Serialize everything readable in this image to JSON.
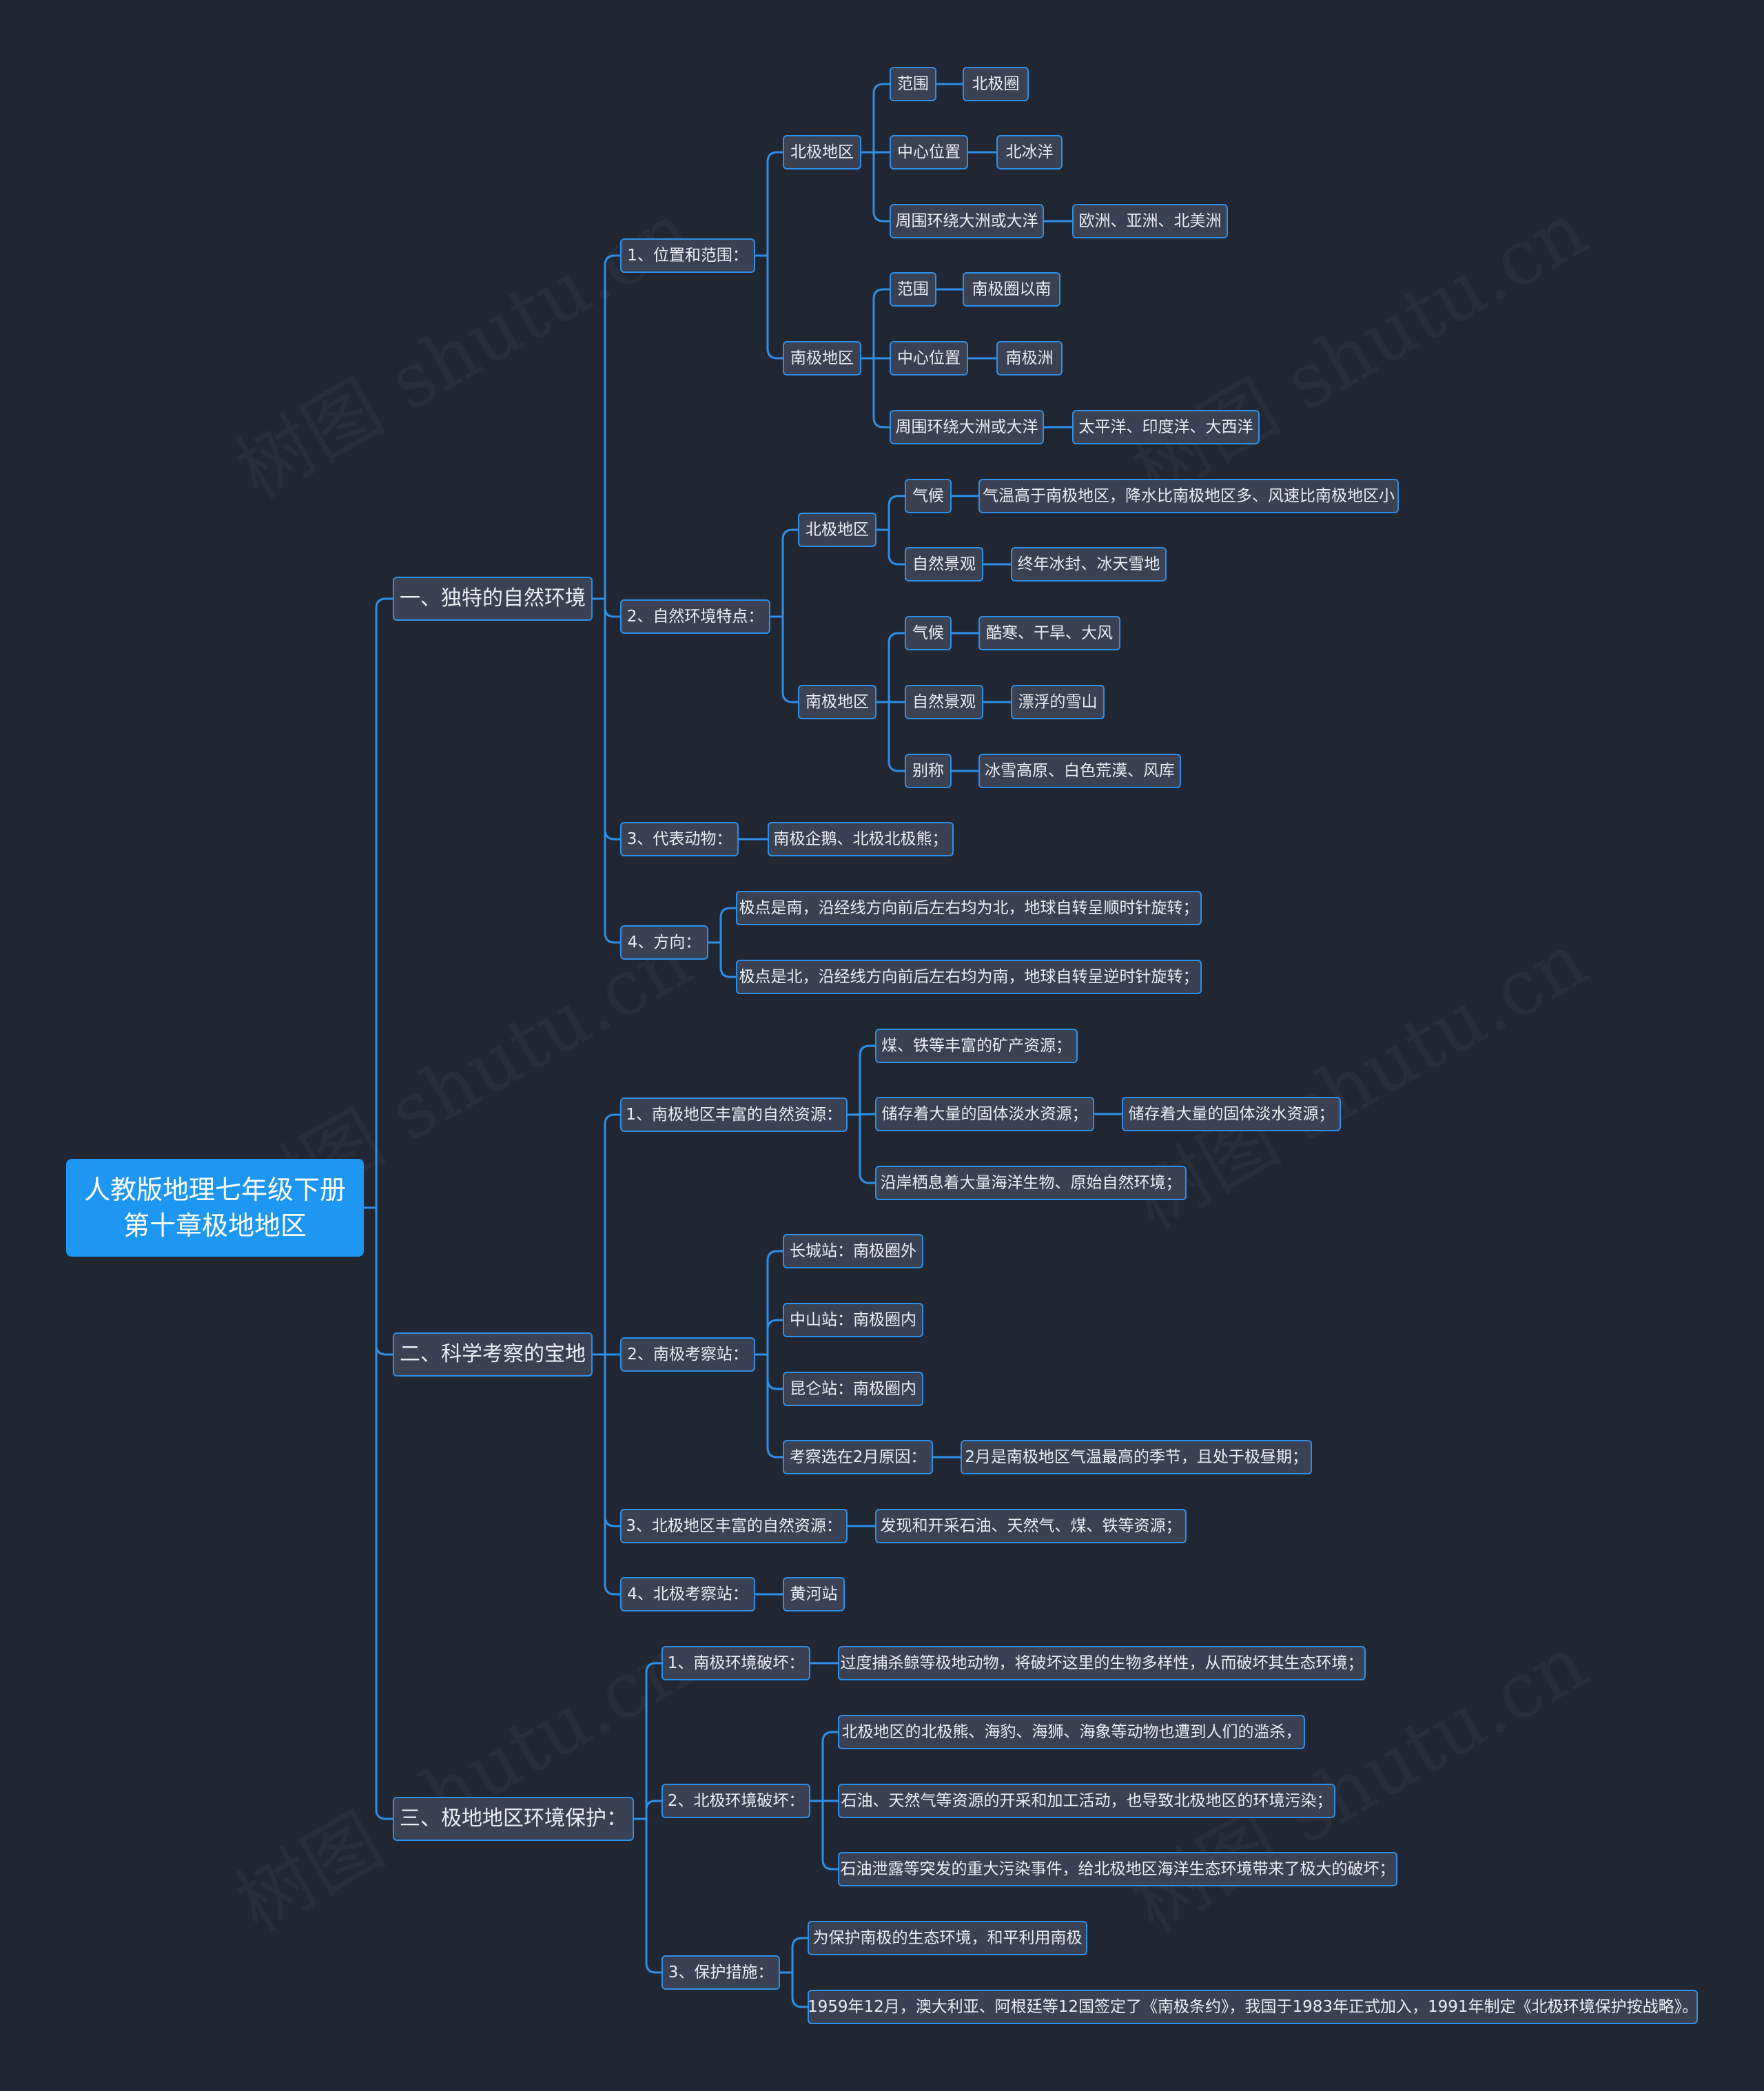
{
  "colors": {
    "background": "#212633",
    "root_fill": "#1e97f2",
    "node_fill": "#3a4152",
    "node_border": "#2e8fe6",
    "connector": "#2e8fe6",
    "text": "#e9ecf2"
  },
  "watermark": "树图 shutu.cn",
  "mindmap": {
    "root": {
      "lines": [
        "人教版地理七年级下册",
        "第十章极地地区"
      ]
    },
    "branches": [
      {
        "label": "一、独特的自然环境",
        "children": [
          {
            "label": "1、位置和范围：",
            "children": [
              {
                "label": "北极地区",
                "children": [
                  {
                    "label": "范围",
                    "children": [
                      {
                        "label": "北极圈"
                      }
                    ]
                  },
                  {
                    "label": "中心位置",
                    "children": [
                      {
                        "label": "北冰洋"
                      }
                    ]
                  },
                  {
                    "label": "周围环绕大洲或大洋",
                    "children": [
                      {
                        "label": "欧洲、亚洲、北美洲"
                      }
                    ]
                  }
                ]
              },
              {
                "label": "南极地区",
                "children": [
                  {
                    "label": "范围",
                    "children": [
                      {
                        "label": "南极圈以南"
                      }
                    ]
                  },
                  {
                    "label": "中心位置",
                    "children": [
                      {
                        "label": "南极洲"
                      }
                    ]
                  },
                  {
                    "label": "周围环绕大洲或大洋",
                    "children": [
                      {
                        "label": "太平洋、印度洋、大西洋"
                      }
                    ]
                  }
                ]
              }
            ]
          },
          {
            "label": "2、自然环境特点：",
            "children": [
              {
                "label": "北极地区",
                "children": [
                  {
                    "label": "气候",
                    "children": [
                      {
                        "label": "气温高于南极地区，降水比南极地区多、风速比南极地区小"
                      }
                    ]
                  },
                  {
                    "label": "自然景观",
                    "children": [
                      {
                        "label": "终年冰封、冰天雪地"
                      }
                    ]
                  }
                ]
              },
              {
                "label": "南极地区",
                "children": [
                  {
                    "label": "气候",
                    "children": [
                      {
                        "label": "酷寒、干旱、大风"
                      }
                    ]
                  },
                  {
                    "label": "自然景观",
                    "children": [
                      {
                        "label": "漂浮的雪山"
                      }
                    ]
                  },
                  {
                    "label": "别称",
                    "children": [
                      {
                        "label": "冰雪高原、白色荒漠、风库"
                      }
                    ]
                  }
                ]
              }
            ]
          },
          {
            "label": "3、代表动物：",
            "children": [
              {
                "label": "南极企鹅、北极北极熊；"
              }
            ]
          },
          {
            "label": "4、方向：",
            "children": [
              {
                "label": "极点是南，沿经线方向前后左右均为北，地球自转呈顺时针旋转；"
              },
              {
                "label": "极点是北，沿经线方向前后左右均为南，地球自转呈逆时针旋转；"
              }
            ]
          }
        ]
      },
      {
        "label": "二、科学考察的宝地",
        "children": [
          {
            "label": "1、南极地区丰富的自然资源：",
            "children": [
              {
                "label": "煤、铁等丰富的矿产资源；"
              },
              {
                "label": "储存着大量的固体淡水资源；",
                "children": [
                  {
                    "label": "储存着大量的固体淡水资源；"
                  }
                ]
              },
              {
                "label": "沿岸栖息着大量海洋生物、原始自然环境；"
              }
            ]
          },
          {
            "label": "2、南极考察站：",
            "children": [
              {
                "label": "长城站：南极圈外"
              },
              {
                "label": "中山站：南极圈内"
              },
              {
                "label": "昆仑站：南极圈内"
              },
              {
                "label": "考察选在2月原因：",
                "children": [
                  {
                    "label": "2月是南极地区气温最高的季节，且处于极昼期；"
                  }
                ]
              }
            ]
          },
          {
            "label": "3、北极地区丰富的自然资源：",
            "children": [
              {
                "label": "发现和开采石油、天然气、煤、铁等资源；"
              }
            ]
          },
          {
            "label": "4、北极考察站：",
            "children": [
              {
                "label": "黄河站"
              }
            ]
          }
        ]
      },
      {
        "label": "三、极地地区环境保护：",
        "children": [
          {
            "label": "1、南极环境破坏：",
            "children": [
              {
                "label": "过度捕杀鲸等极地动物，将破坏这里的生物多样性，从而破坏其生态环境；"
              }
            ]
          },
          {
            "label": "2、北极环境破坏：",
            "children": [
              {
                "label": "北极地区的北极熊、海豹、海狮、海象等动物也遭到人们的滥杀，"
              },
              {
                "label": "石油、天然气等资源的开采和加工活动，也导致北极地区的环境污染；"
              },
              {
                "label": "石油泄露等突发的重大污染事件，给北极地区海洋生态环境带来了极大的破坏；"
              }
            ]
          },
          {
            "label": "3、保护措施：",
            "children": [
              {
                "label": "为保护南极的生态环境，和平利用南极"
              },
              {
                "label": "1959年12月，澳大利亚、阿根廷等12国签定了《南极条约》，我国于1983年正式加入，1991年制定《北极环境保护按战略》。"
              }
            ]
          }
        ]
      }
    ]
  }
}
